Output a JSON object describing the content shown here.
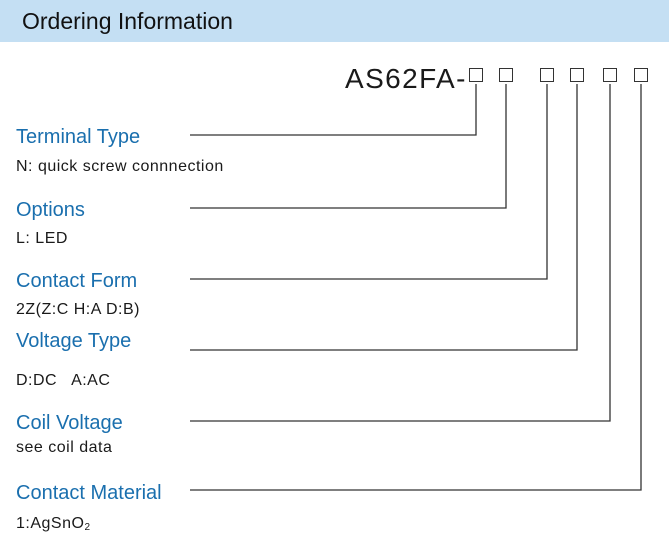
{
  "header": {
    "title": "Ordering Information"
  },
  "model": {
    "prefix": "AS62FA-",
    "slot_count": 6
  },
  "sections": [
    {
      "title": "Terminal Type",
      "desc": "N: quick screw connnection"
    },
    {
      "title": "Options",
      "desc": "L:  LED"
    },
    {
      "title": "Contact Form",
      "desc": "2Z(Z:C H:A D:B)"
    },
    {
      "title": "Voltage Type",
      "desc": "D:DC   A:AC"
    },
    {
      "title": "Coil Voltage",
      "desc": "see coil data"
    },
    {
      "title": "Contact Material",
      "desc": "1:AgSnO",
      "desc_sub": "2"
    }
  ],
  "colors": {
    "header_bg": "#c4dff3",
    "title_blue": "#1a6fae"
  }
}
